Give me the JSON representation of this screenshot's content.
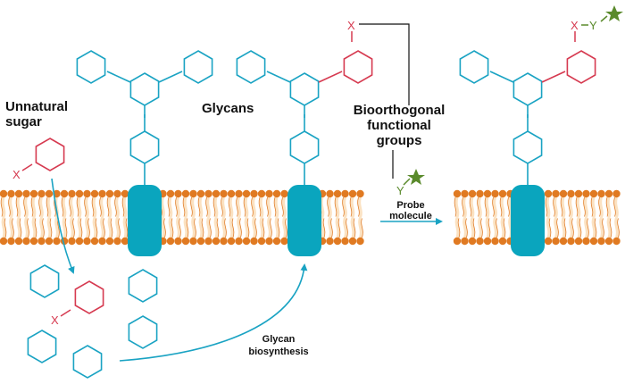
{
  "labels": {
    "unnatural_sugar_line1": "Unnatural",
    "unnatural_sugar_line2": "sugar",
    "glycans": "Glycans",
    "bioorthogonal_line1": "Bioorthogonal",
    "bioorthogonal_line2": "functional",
    "bioorthogonal_line3": "groups",
    "probe_line1": "Probe",
    "probe_line2": "molecule",
    "biosynthesis_line1": "Glycan",
    "biosynthesis_line2": "biosynthesis"
  },
  "groups": {
    "x": "X",
    "y": "Y",
    "x_y_link": "X–Y"
  },
  "colors": {
    "glycan": "#1aa3c3",
    "unnatural": "#d63a50",
    "lipid": "#e07a22",
    "lipid_tail": "#fbe2c2",
    "protein": "#0aa5be",
    "probe": "#5a8a2c",
    "arrow": "#1aa3c3",
    "text": "#111111"
  },
  "icons": {
    "probe_tag": "star-icon"
  }
}
